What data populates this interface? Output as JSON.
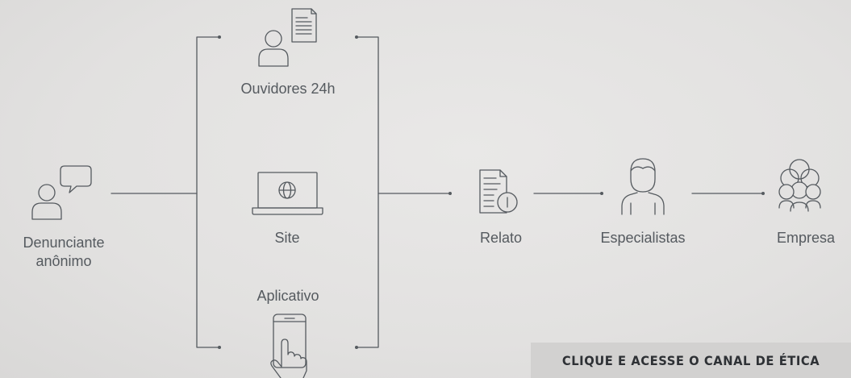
{
  "nodes": {
    "denunciante": "Denunciante anônimo",
    "ouvidores": "Ouvidores 24h",
    "site": "Site",
    "aplicativo": "Aplicativo",
    "relato": "Relato",
    "especialistas": "Especialistas",
    "empresa": "Empresa"
  },
  "cta": {
    "label": "CLIQUE E ACESSE O CANAL DE ÉTICA"
  },
  "icons": {
    "denunciante": "person-with-speech-bubble-icon",
    "ouvidores": "person-with-document-icon",
    "site": "laptop-globe-icon",
    "aplicativo": "smartphone-touch-icon",
    "relato": "report-document-icon",
    "especialistas": "specialist-person-icon",
    "empresa": "group-people-icon"
  },
  "colors": {
    "background": "#e3e2e1",
    "line": "#555a5f",
    "button": "#d2d1d0"
  }
}
